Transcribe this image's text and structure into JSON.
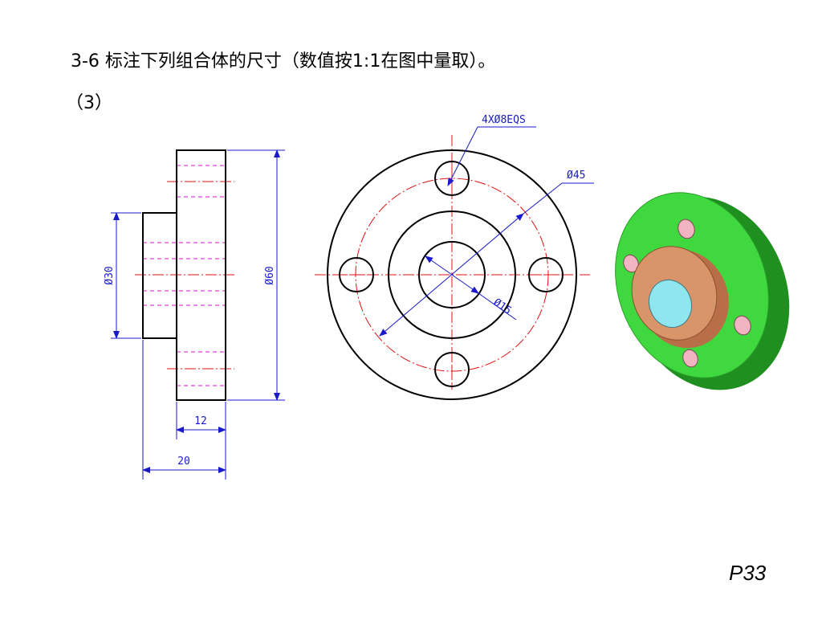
{
  "title": "3-6 标注下列组合体的尺寸（数值按1:1在图中量取）。",
  "subtitle": "（3）",
  "page_number": "P33",
  "dimensions": {
    "holes": "4XØ8EQS",
    "bolt_circle": "Ø45",
    "bore": "Ø15",
    "boss_diameter": "Ø30",
    "flange_diameter": "Ø60",
    "flange_thickness": "12",
    "total_length": "20"
  },
  "colors": {
    "outline": "#000000",
    "dimension": "#1a1acc",
    "centerline": "#e01010",
    "hidden": "#e040e0",
    "flange_3d": "#3fd83f",
    "boss_3d": "#d9946a",
    "bore_3d": "#8fe6ef",
    "hole_3d": "#f2b4c0"
  }
}
